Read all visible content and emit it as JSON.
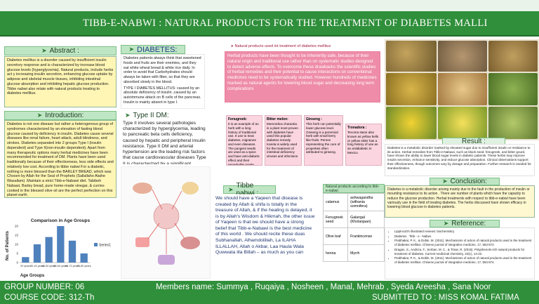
{
  "title": "TIBB-E-NABWI : NATURAL PRODUCTS FOR THE TREATMENT OF DIABETES MALLI",
  "abstract": {
    "heading": "Abstract :",
    "body": "Diabetes mellitus is a disorder caused by insufficient insulin secretory response and is characterized by increase blood glucose levels (hyperglycemia). Natural products, include herbs act y increasing insulin secretion, enhancing glucose uptake by adipose and skeletal muscle tissues, inhibiting intestinal glucose absorption and inhibiting hepatic glucose production. Tibbe nabwi also relate with natural products treating to diabetes mellitus."
  },
  "introduction": {
    "heading": "Introduction:",
    "body": "Diabetes is not one disease but rather a heterogenous group of syndromes characterized by an elevation of fasting blood glucose caused by deficiency in insulin. Diabetes cause several diseases like renal failure, heart attack, adult blindness, and strokes. Diabetes separated into 2 groups Type I (insulin dependent) and Type II(non-insulin dependent). Apart from many therapeutic options many herbal medicines have been recommended for treatment of DM. Plants have been used traditionally because of their effectiveness, less side effects and relatively low cost. According to tibbe nabwi For a diabetic, nothing is more blessed than the BARLEY BREAD, which was Chosen by Allah for the Seal of Prophets (Sallallaho Alaihe Wasallam) .Maintain a strict Tibb-e-Nabawi diet. Tabibeh Nabawi, Barley bread, pure home-made vinegar, & curries cooked in the blessed olive oil are the perfect perfection on this planet earth."
  },
  "diabetes": {
    "heading": "DIABETES:",
    "body": "Diabetes patients always think that sweetened foods and fruits are their enemies, and they eat white wheat bread & white rice daily. In order to avoid that Carbohydrates should always be taken with fiber, so that they are absorbed slowly in the blood.",
    "type1": "TYPE I DIABETES MELLITUS: caused by an absolute deficiency of insulin ,caused by an autoimmune attack on B cells of the pancreas. Insulin is mainly absent in type I."
  },
  "type2": {
    "heading": "Type II DM:",
    "body": "Type II involves several pathologies characterized by hyperglycemia, leading to pancreatic beta cells deficiency, caused by hepatic and peripheral insulin resistance. Type II DM and arterial hypertension are the leading risk factors that cause cardiovascular diseases Type II is characterized by a significant production of free radicals or by disequilibrium"
  },
  "natural_used": {
    "heading": "Natural products used int treatment of diabetes mellitus",
    "body": "Herbal products have been thought to be inherently safe, because of their natural origin and traditional use rather than on systematic studies designed to detect adverse effects. To overcome these drawbacks the scientific studies of herbal remedies and their potential to cause interactions on conventional medicines need to be systematically studied. However hundreds of medicines marked as natural agents for lowering blood sugar and decreasing long term complications"
  },
  "herbs": [
    {
      "name": "Fenugreek:",
      "text": "It is an example of an herb with a long history of traditional use. It use to treat diabetes, migraines and even diseases. The pungent seeds are used as a spice and have anti-diabetic effect and their remarkable maple syrup."
    },
    {
      "name": "Bitter melon:",
      "text": "Momordica charantia is a plant most proven with diabetes have used this popular diabetes remedy. Karela is widely used for the treatment of intestinal deficiency viruses and infections"
    },
    {
      "name": "Ginseng :",
      "text": "This herb can potentially lower glucose level. Ginseng is a perennial herb with small berry like fruits. Person representing the cure of properties often attributed to ginseng."
    },
    {
      "name": "Tronadora :",
      "text": "Tecoma stans also known as yellow bells or yellow elder has a long history of use as an antidiabetic in Mexico."
    }
  ],
  "tibbe_nabwi": {
    "heading": "Tibbe nabwi :",
    "body": "We should have a Yaqeen that disease is created by Allah & shifa is totally in the treasure of Allah, & if the healing is delayed, it is by Allah's Wisdom & Hikmah, the other issue of Yaqeen is that we should have a strong belief that Tibb-e-Nabawi is the best medicine of this world . We should recite these duas Subhanallah, Alhamdolillah, La ILAHA ILLALLAH, Allah o Akbar, Laa Haula Wala Quwwata illa Billah – as much as you can"
  },
  "natural_table": {
    "heading": "Natural products according to tibb-e-nabwi.",
    "rows": [
      [
        "calamus",
        "ashwagandha (withania somnifera)"
      ],
      [
        "Fenugreek seed",
        "Galangal (Kholanjaan)"
      ],
      [
        "Olive leaf",
        "Frankincense"
      ],
      [
        "henna",
        "Myrrh"
      ]
    ]
  },
  "result": {
    "heading": "Result :",
    "body": "Diabetes is a metabolic disorder marked by elevated sugar due to insufficient insulin or resistance to its action. Herbal remedies from Tibb-e-Nabawi, such as black seed, fenugreek, and bitter gourd, have shown the ability to lower blood sugar levels in diabetic patients. These herbs may improve insulin secretion, enhance sensitivity, and reduce glucose absorption. Clinical observations support their effectiveness, though outcomes vary by dosage and preparation. Further research is needed for standardization."
  },
  "conclusion": {
    "heading": "Conclusion:",
    "body": "Diabetes is a metabolic disorder arising mainly due to the fault in the production of insulin or mounting resistance to its action . There are number of plants which have the capacity to reduce the glucose production. Herbal treatments with respect to tibb-e-nabwi have been variously use in the field of treating diabetes. The herbs discussed have shown efficacy in lowering blood glucose in diabetes patients."
  },
  "reference": {
    "heading": "Reference:",
    "items": [
      "Lippincott's illustrated reviews: biochemistry.",
      "Diabetes . Tibb - e - Nabwi.",
      "Prabhakar, P. K., & Doble, M. (2011). Mechanisms of action of natural products used in the treatment of diabetes mellitus. Chinese journal of integrative medicine, 17, 563-574.",
      "Dragan, S., Andrica, F., Serban, M. C., & Timar, R. (2015). Polyphenols-rich natural products for treatment of diabetes. Current medicinal chemistry, 22(1), 14-22.",
      "Prabhakar, P. K., & Doble, M. (2011). Mechanisms of action of natural products used in the treatment of diabetes mellitus. Chinese journal of integrative medicine, 17, 563-574."
    ]
  },
  "chart": {
    "title": "Comparison in Age Groups",
    "ylabel": "No. of Patients",
    "xlabel": "Age Groups",
    "legend_label": "Series1",
    "bar_color": "#4f81bd"
  },
  "chart_data": {
    "type": "bar",
    "title": "Comparison in Age Groups",
    "xlabel": "Age Groups",
    "ylabel": "No. of Patients",
    "categories": [
      "20 years",
      "30-40 years",
      "40-50 years",
      "50-60 years",
      "60-70 years",
      "70-80 years"
    ],
    "values": [
      3,
      10,
      14,
      20,
      12,
      5
    ],
    "ylim": [
      0,
      20
    ],
    "yticks": [
      0,
      5,
      10,
      15,
      20
    ],
    "grid": false,
    "legend": "none"
  },
  "footer": {
    "group": "GROUP NUMBER: 06",
    "course": "COURSE CODE: 312-Th",
    "members": "Members name: Summya , Ruqaiya , Nosheen , Manal, Mehrab , Syeda Areesha , Sana Noor",
    "submitted": "SUBMITTED TO : MISS KOMAL FATIMA"
  }
}
